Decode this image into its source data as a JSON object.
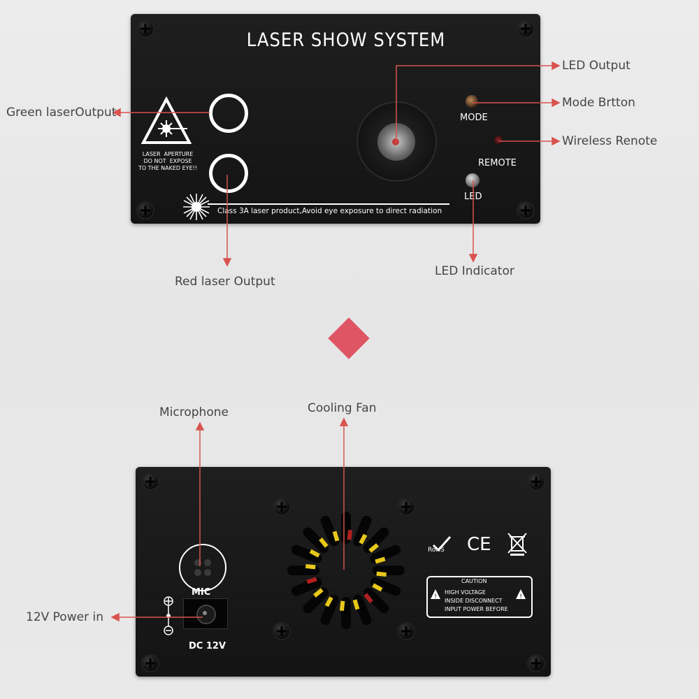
{
  "top_panel": {
    "title": "LASER SHOW SYSTEM",
    "warning_label": "LASER  APERTURE\nDO NOT  EXPOSE\nTO THE NAKED EYE!!",
    "class_notice": "Class 3A laser product,Avoid eye exposure to direct radiation",
    "mode_label": "MODE",
    "remote_label": "REMOTE",
    "led_label": "LED"
  },
  "bottom_panel": {
    "mic_label": "MIC",
    "dc_label": "DC 12V",
    "rohs_label": "RoHS",
    "ce_label": "CE",
    "caution_title": "CAUTION",
    "caution_lines": [
      "HIGH VOLTAGE",
      "INSIDE DISCONNECT",
      "INPUT POWER BEFORE"
    ]
  },
  "callouts": {
    "green_laser": "Green laserOutput",
    "red_laser": "Red laser Output",
    "led_output": "LED Output",
    "mode_button": "Mode Brtton",
    "wireless_remote": "Wireless Renote",
    "led_indicator": "LED Indicator",
    "microphone": "Microphone",
    "cooling_fan": "Cooling Fan",
    "power_in": "12V  Power in"
  },
  "colors": {
    "accent": "#e05563",
    "callout_line": "#d9534f",
    "panel": "#161616",
    "background": "#e8e8e8"
  }
}
